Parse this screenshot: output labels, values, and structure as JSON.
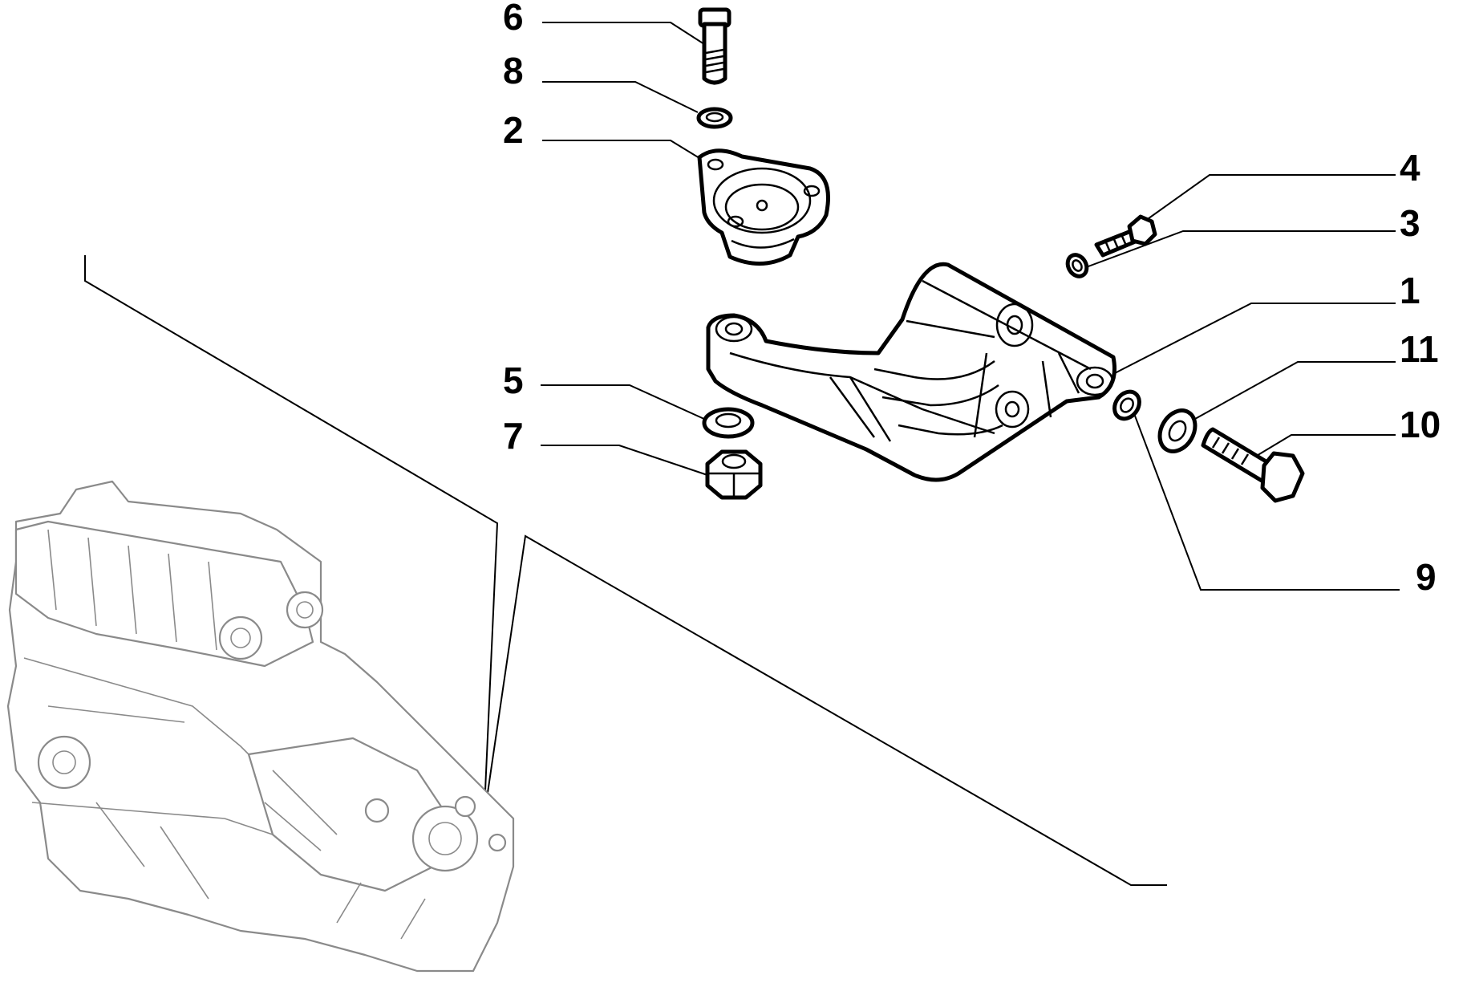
{
  "callouts": [
    {
      "id": "6",
      "label": "6"
    },
    {
      "id": "8",
      "label": "8"
    },
    {
      "id": "2",
      "label": "2"
    },
    {
      "id": "5",
      "label": "5"
    },
    {
      "id": "7",
      "label": "7"
    },
    {
      "id": "4",
      "label": "4"
    },
    {
      "id": "3",
      "label": "3"
    },
    {
      "id": "1",
      "label": "1"
    },
    {
      "id": "11",
      "label": "11"
    },
    {
      "id": "10",
      "label": "10"
    },
    {
      "id": "9",
      "label": "9"
    }
  ],
  "colors": {
    "linework": "#000000",
    "engine_outline": "#8a8a8a",
    "background": "#ffffff"
  }
}
